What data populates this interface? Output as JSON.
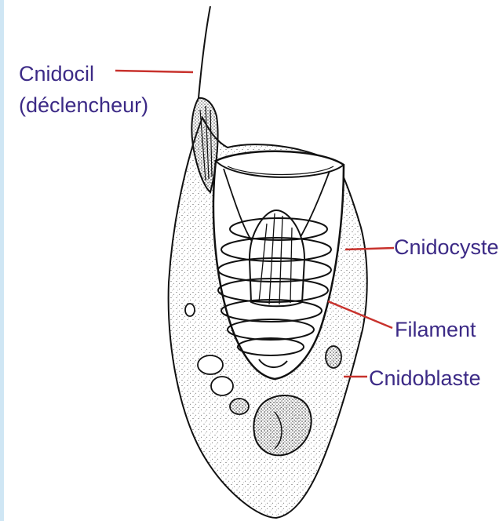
{
  "colors": {
    "label_text": "#3c2a86",
    "leader_line": "#c8322d",
    "ink": "#111111",
    "edge_strip": "#cfe6f4",
    "background": "#ffffff"
  },
  "labels": {
    "cnidocil": "Cnidocil",
    "cnidocil_sub": "(déclencheur)",
    "cnidocyste": "Cnidocyste",
    "filament": "Filament",
    "cnidoblaste": "Cnidoblaste"
  }
}
